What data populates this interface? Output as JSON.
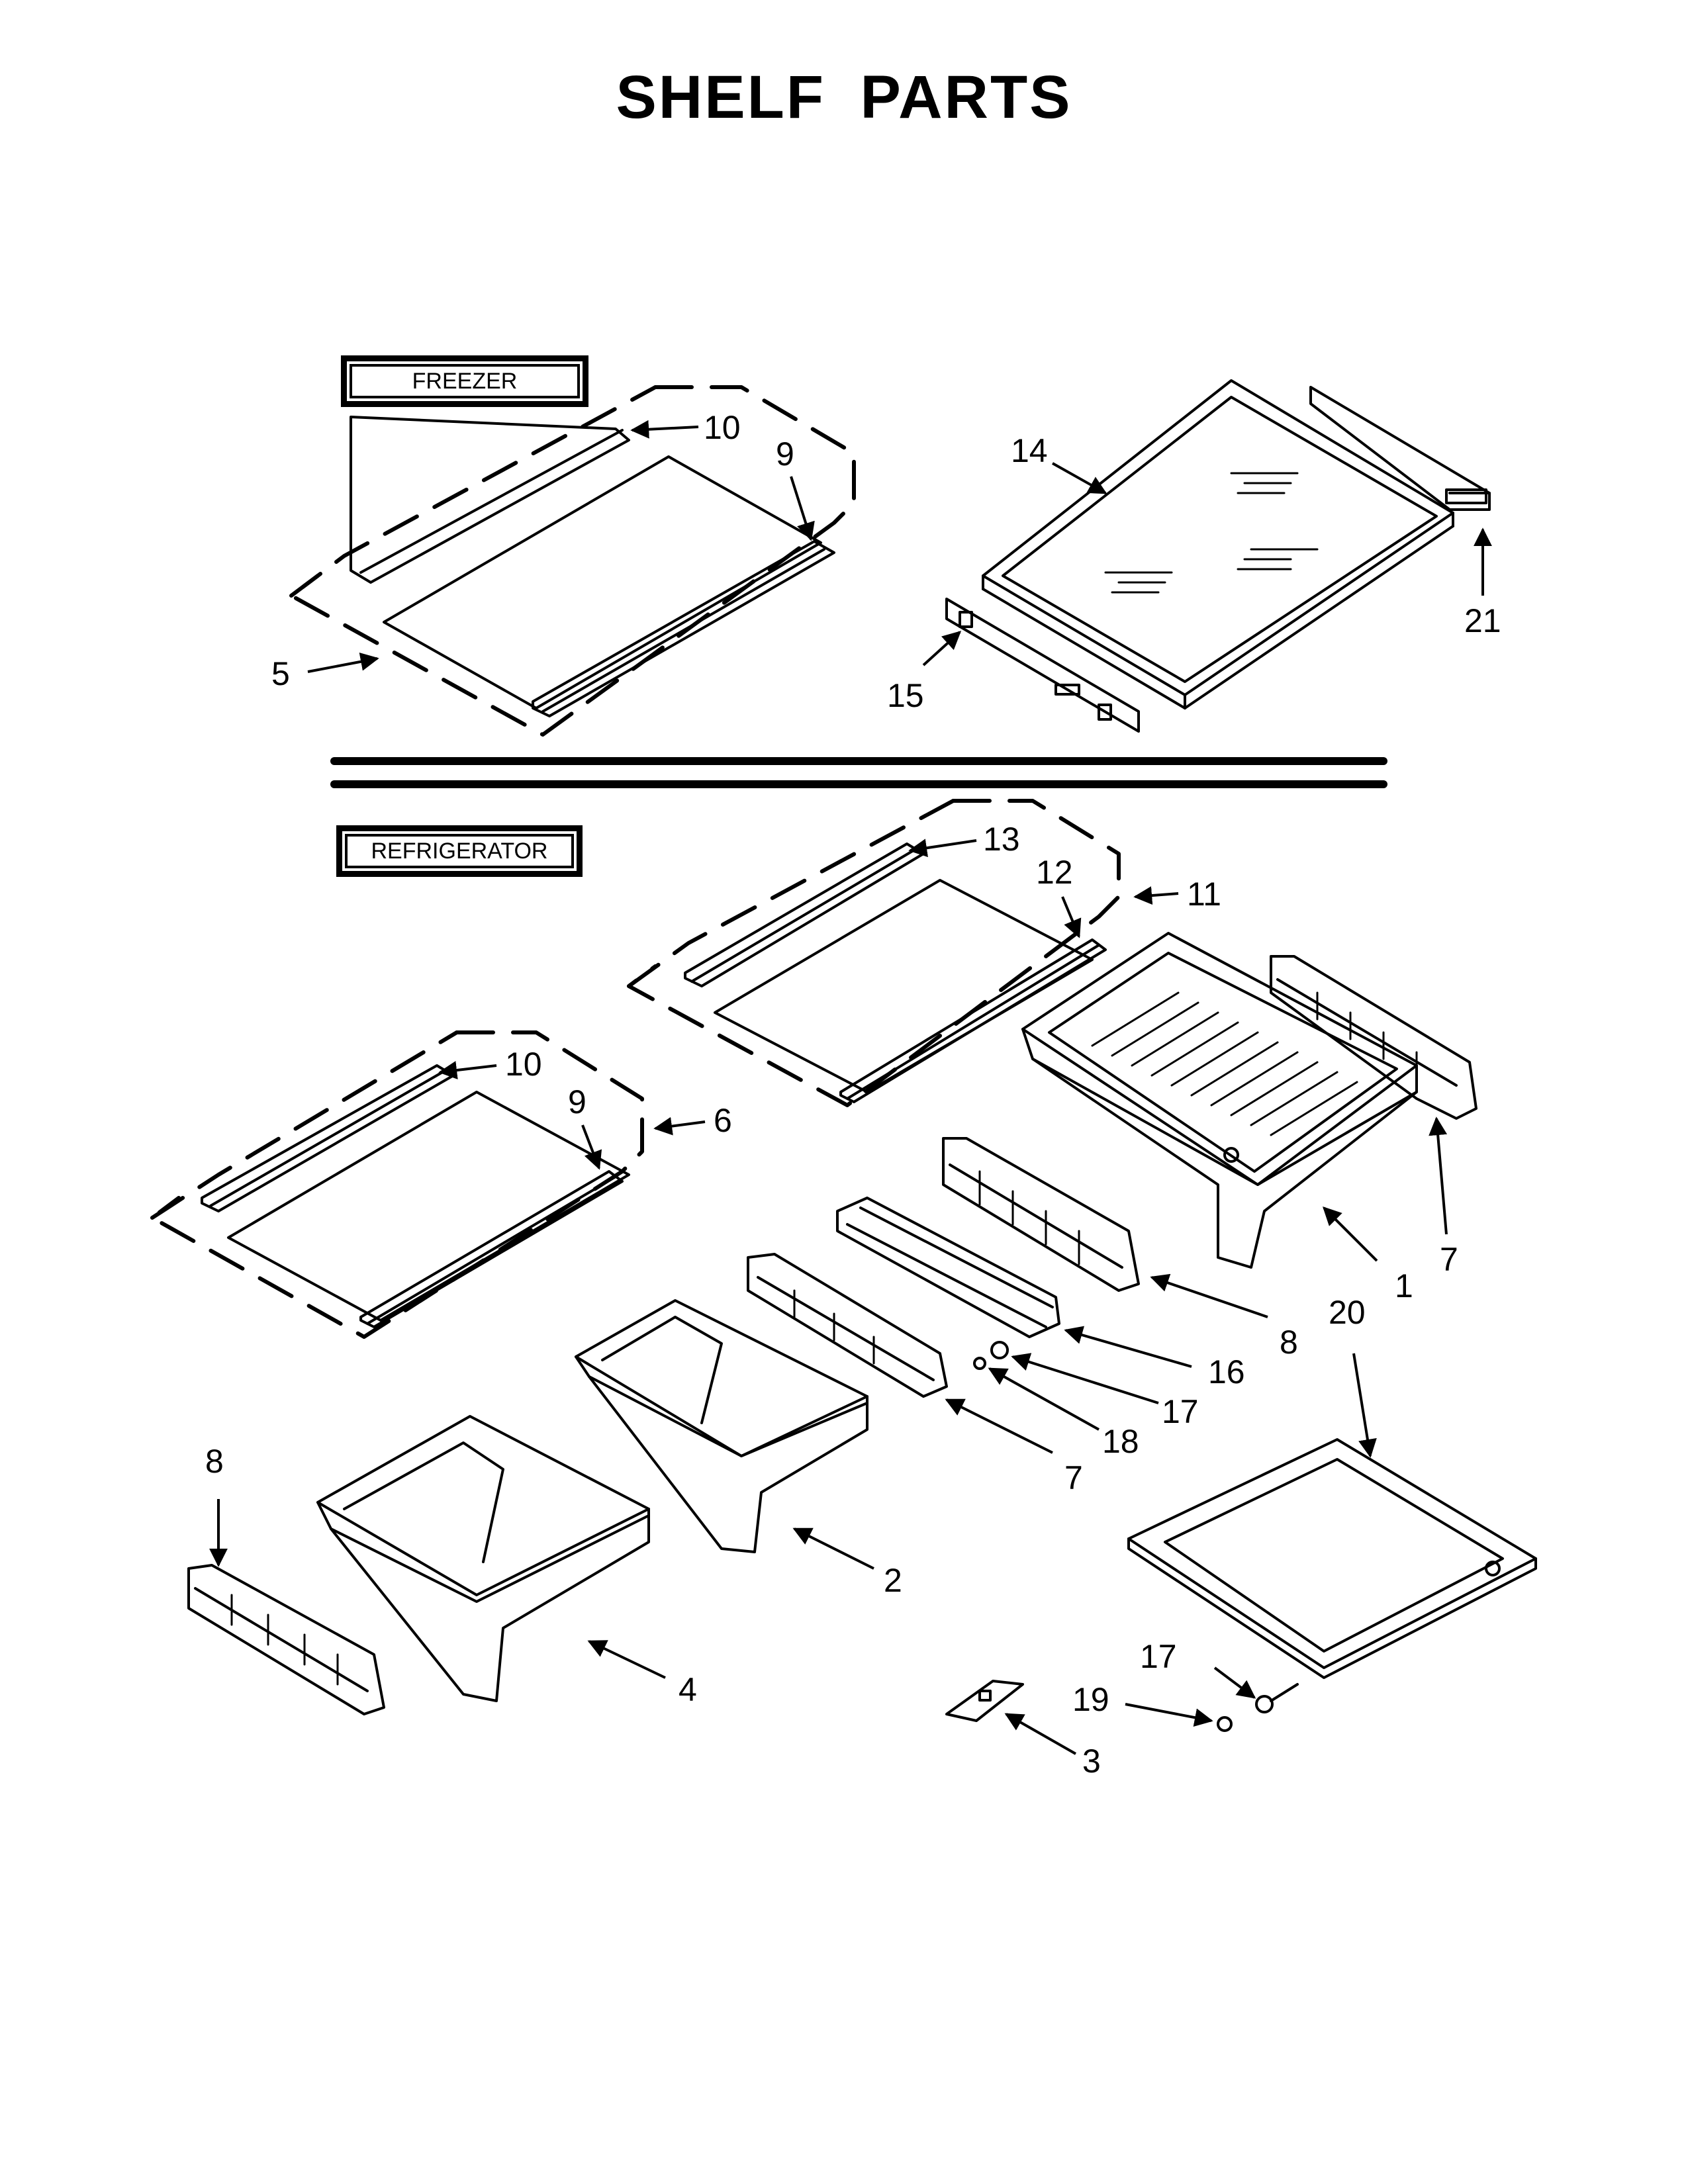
{
  "title": "SHELF PARTS",
  "sections": {
    "freezer": "FREEZER",
    "refrigerator": "REFRIGERATOR"
  },
  "callouts": {
    "f10": "10",
    "f9": "9",
    "f14": "14",
    "f21": "21",
    "f5": "5",
    "f15": "15",
    "r13": "13",
    "r12": "12",
    "r11": "11",
    "r10": "10",
    "r9": "9",
    "r6": "6",
    "r7a": "7",
    "r1": "1",
    "r8a": "8",
    "r20": "20",
    "r16": "16",
    "r17a": "17",
    "r18": "18",
    "r7b": "7",
    "r8b": "8",
    "r2": "2",
    "r4": "4",
    "r17b": "17",
    "r19": "19",
    "r3": "3"
  }
}
